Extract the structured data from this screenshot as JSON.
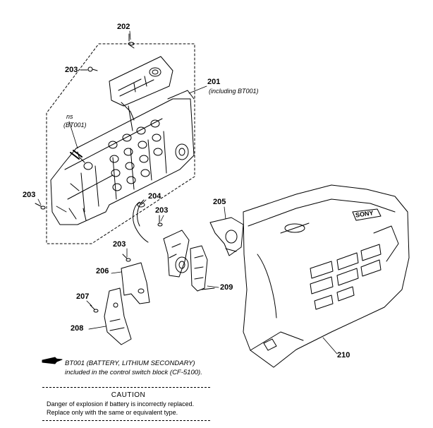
{
  "callouts": {
    "p201": "201",
    "p201_note": "(including BT001)",
    "p202": "202",
    "p203a": "203",
    "p203b": "203",
    "p203c": "203",
    "p203d": "203",
    "p204": "204",
    "p205": "205",
    "p206": "206",
    "p207": "207",
    "p208": "208",
    "p209": "209",
    "p210": "210",
    "ns": "ns",
    "ns_ref": "(BT001)"
  },
  "brand_mark": "SONY",
  "note": {
    "line1": "BT001 (BATTERY, LITHIUM SECONDARY)",
    "line2": "included in the control switch block (CF-5100)."
  },
  "caution": {
    "title": "CAUTION",
    "line1": "Danger of explosion if battery is incorrectly replaced.",
    "line2": "Replace only with the same or equivalent type."
  }
}
